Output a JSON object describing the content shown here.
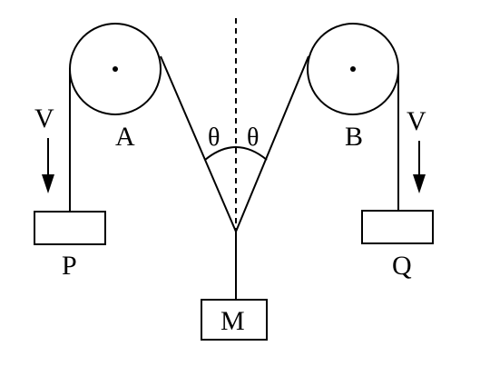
{
  "labels": {
    "pulley_left": "A",
    "pulley_right": "B",
    "mass_left": "P",
    "mass_right": "Q",
    "mass_center": "M",
    "angle_left": "θ",
    "angle_right": "θ",
    "velocity_left": "V",
    "velocity_right": "V"
  },
  "colors": {
    "stroke": "#000000",
    "background": "#ffffff"
  }
}
